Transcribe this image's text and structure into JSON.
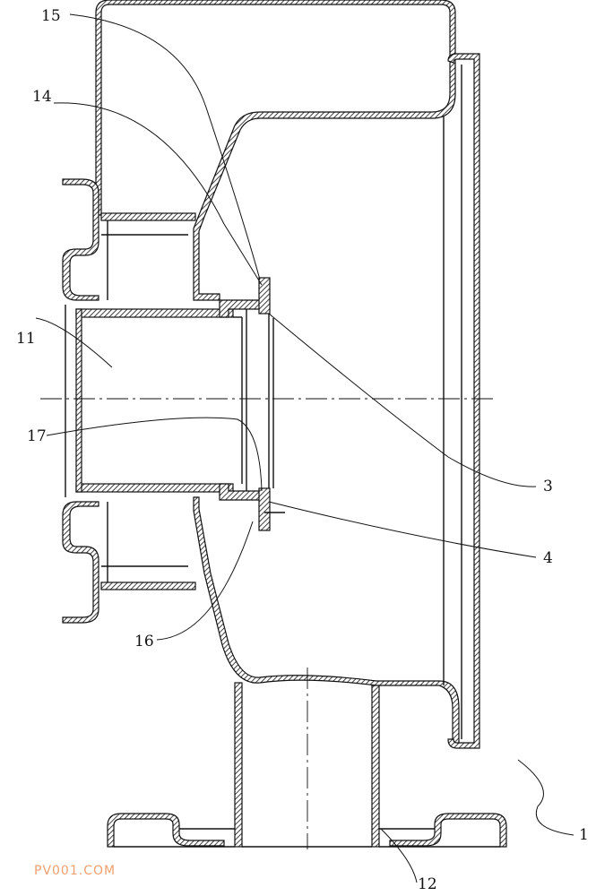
{
  "labels": {
    "l15": "15",
    "l14": "14",
    "l11": "11",
    "l17": "17",
    "l16": "16",
    "l3": "3",
    "l4": "4",
    "l1": "1",
    "l12": "12"
  },
  "watermark": {
    "text": "PV001.COM",
    "color": "#f0a070"
  }
}
